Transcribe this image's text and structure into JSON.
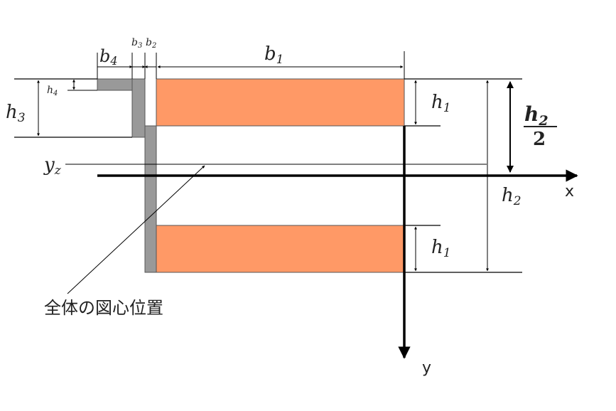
{
  "colors": {
    "flange_fill": "#ff9966",
    "web_fill": "#999999",
    "line": "#000000",
    "text": "#222222"
  },
  "labels": {
    "b1": {
      "main": "b",
      "sub": "1"
    },
    "b2": {
      "main": "b",
      "sub": "2"
    },
    "b3": {
      "main": "b",
      "sub": "3"
    },
    "b4": {
      "main": "b",
      "sub": "4"
    },
    "h1_top": {
      "main": "h",
      "sub": "1"
    },
    "h1_bottom": {
      "main": "h",
      "sub": "1"
    },
    "h2": {
      "main": "h",
      "sub": "2"
    },
    "h2_half": {
      "num_main": "h",
      "num_sub": "2",
      "den": "2"
    },
    "h3": {
      "main": "h",
      "sub": "3"
    },
    "h4": {
      "main": "h",
      "sub": "4"
    },
    "yz": {
      "main": "y",
      "sub": "z"
    },
    "x_axis": "x",
    "y_axis": "y",
    "centroid_note": "全体の図心位置"
  }
}
